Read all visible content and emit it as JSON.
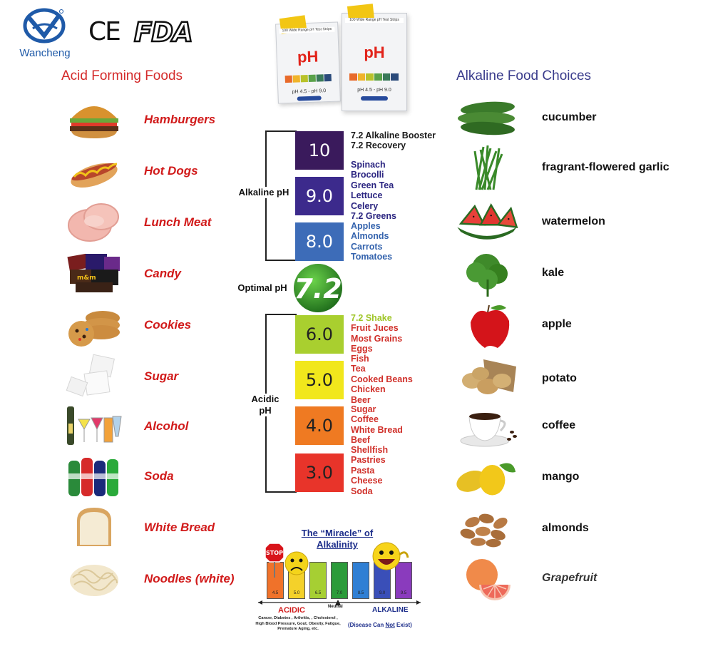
{
  "brand": {
    "name": "Wancheng",
    "cert_ce": "CE",
    "cert_fda": "FDA"
  },
  "product": {
    "box_small": {
      "strip": "100 Wide Range pH Test Strips",
      "label": "pH",
      "range": "pH 4.5 - pH 9.0"
    },
    "box_large": {
      "strip": "100 Wide Range pH Test Strips",
      "label": "pH",
      "range": "pH 4.5 - pH 9.0"
    }
  },
  "acid_section": {
    "title": "Acid Forming Foods",
    "items": [
      {
        "label": "Hamburgers",
        "icon": "hamburger-icon"
      },
      {
        "label": "Hot Dogs",
        "icon": "hot-dog-icon"
      },
      {
        "label": "Lunch Meat",
        "icon": "lunch-meat-icon"
      },
      {
        "label": "Candy",
        "icon": "candy-icon"
      },
      {
        "label": "Cookies",
        "icon": "cookies-icon"
      },
      {
        "label": "Sugar",
        "icon": "sugar-cubes-icon"
      },
      {
        "label": "Alcohol",
        "icon": "alcohol-glasses-icon"
      },
      {
        "label": "Soda",
        "icon": "soda-bottles-icon"
      },
      {
        "label": "White Bread",
        "icon": "white-bread-icon"
      },
      {
        "label": "Noodles (white)",
        "icon": "noodles-icon"
      }
    ]
  },
  "alkaline_section": {
    "title": "Alkaline Food Choices",
    "items": [
      {
        "label": "cucumber",
        "icon": "cucumber-icon"
      },
      {
        "label": "fragrant-flowered garlic",
        "icon": "garlic-chives-icon"
      },
      {
        "label": "watermelon",
        "icon": "watermelon-icon"
      },
      {
        "label": "kale",
        "icon": "kale-icon"
      },
      {
        "label": "apple",
        "icon": "apple-icon"
      },
      {
        "label": "potato",
        "icon": "potato-icon"
      },
      {
        "label": "coffee",
        "icon": "coffee-cup-icon"
      },
      {
        "label": "mango",
        "icon": "mango-icon"
      },
      {
        "label": "almonds",
        "icon": "almonds-icon"
      },
      {
        "label": "Grapefruit",
        "icon": "grapefruit-icon"
      }
    ]
  },
  "ph_chart": {
    "alkaline_label": "Alkaline pH",
    "optimal_label": "Optimal pH",
    "optimal_value": "7.2",
    "acidic_label_1": "Acidic",
    "acidic_label_2": "pH",
    "levels": [
      {
        "value": "10",
        "color": "#3a1a5c",
        "text_color": "#ffffff",
        "foods": [
          "7.2 Alkaline Booster",
          "7.2 Recovery"
        ],
        "food_color": "#1a1a1a"
      },
      {
        "value": "9.0",
        "color": "#3c2a8c",
        "text_color": "#ffffff",
        "foods": [
          "Spinach",
          "Brocolli",
          "Green Tea",
          "Lettuce",
          "Celery",
          "7.2 Greens"
        ],
        "food_color": "#2a2480"
      },
      {
        "value": "8.0",
        "color": "#3d6cb8",
        "text_color": "#ffffff",
        "foods": [
          "Apples",
          "Almonds",
          "Carrots",
          "Tomatoes"
        ],
        "food_color": "#3463ad"
      },
      {
        "value": "6.0",
        "color": "#a9cf2f",
        "text_color": "#222222",
        "foods": [
          "7.2 Shake",
          "Fruit Juces",
          "Most Grains",
          "Eggs"
        ],
        "food_color": "#d0302a",
        "first_food_color": "#9fc527"
      },
      {
        "value": "5.0",
        "color": "#f1e71c",
        "text_color": "#222222",
        "foods": [
          "Fish",
          "Tea",
          "Cooked Beans",
          "Chicken",
          "Beer"
        ],
        "food_color": "#d0302a"
      },
      {
        "value": "4.0",
        "color": "#ef7a22",
        "text_color": "#222222",
        "foods": [
          "Sugar",
          "Coffee",
          "White Bread",
          "Beef"
        ],
        "food_color": "#d0302a"
      },
      {
        "value": "3.0",
        "color": "#e8342a",
        "text_color": "#222222",
        "foods": [
          "Shellfish",
          "Pastries",
          "Pasta",
          "Cheese",
          "Soda"
        ],
        "food_color": "#d0302a"
      }
    ]
  },
  "miracle": {
    "title_line1": "The “Miracle” of",
    "title_line2": "Alkalinity",
    "stop_sign": "STOP",
    "bars": [
      {
        "label": "4.5",
        "color": "#f0722a",
        "height": 52
      },
      {
        "label": "5.0",
        "color": "#f4d12a",
        "height": 52
      },
      {
        "label": "6.5",
        "color": "#a6cf33",
        "height": 52
      },
      {
        "label": "7.0",
        "color": "#2b9b3a",
        "height": 52
      },
      {
        "label": "8.5",
        "color": "#2f7fd4",
        "height": 52
      },
      {
        "label": "9.0",
        "color": "#3a4fb8",
        "height": 52
      },
      {
        "label": "9.5",
        "color": "#8a3bbd",
        "height": 52
      }
    ],
    "acidic_label": "ACIDIC",
    "neutral_label": "Neutral",
    "alkaline_label": "ALKALINE",
    "acidic_note": "Cancer, Diabetes , Arthritis, , Cholesterol , High Blood Pressure, Gout, Obesity, Fatigue, Premature Aging, etc.",
    "alkaline_note_pre": "(Disease Can ",
    "alkaline_note_em": "Not",
    "alkaline_note_post": " Exist)"
  }
}
